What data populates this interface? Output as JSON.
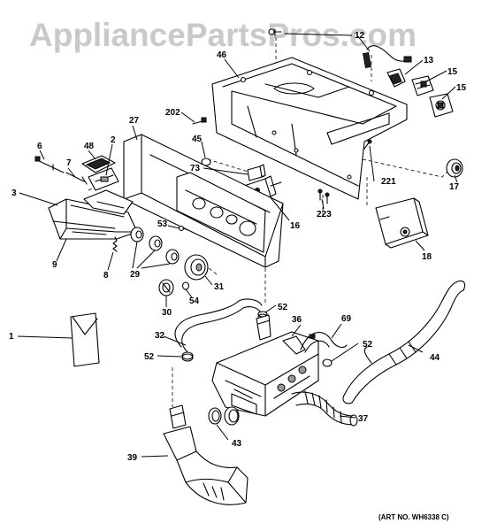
{
  "watermark": "AppliancePartsPros.com",
  "art_number": "(ART NO. WH6338 C)",
  "callouts": {
    "c1": "1",
    "c2": "2",
    "c3": "3",
    "c6": "6",
    "c7": "7",
    "c8": "8",
    "c9": "9",
    "c12": "12",
    "c13": "13",
    "c15a": "15",
    "c15b": "15",
    "c16": "16",
    "c17": "17",
    "c18": "18",
    "c27": "27",
    "c29": "29",
    "c30": "30",
    "c31": "31",
    "c32": "32",
    "c36": "36",
    "c37": "37",
    "c39": "39",
    "c43": "43",
    "c44": "44",
    "c45": "45",
    "c46": "46",
    "c48": "48",
    "c52a": "52",
    "c52b": "52",
    "c52c": "52",
    "c53": "53",
    "c54": "54",
    "c69": "69",
    "c73": "73",
    "c202": "202",
    "c221": "221",
    "c223": "223"
  }
}
